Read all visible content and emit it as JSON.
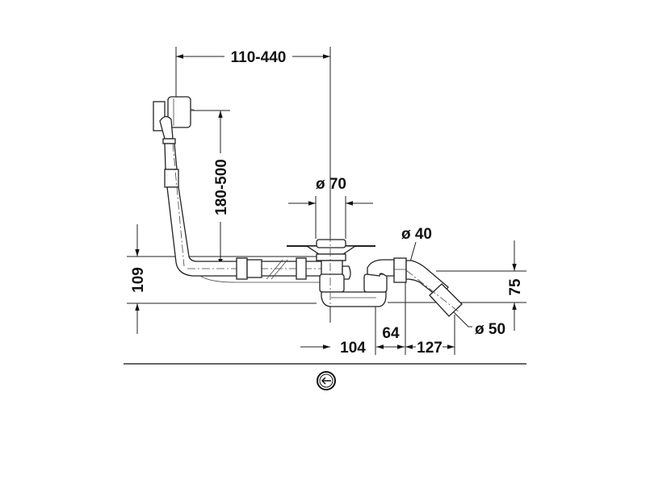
{
  "drawing": {
    "title": "Bath waste and overflow set – dimension drawing",
    "dimensions": {
      "overflow_offset": "110-440",
      "overflow_height": "180-500",
      "waste_diameter": "ø 70",
      "height_left": "109",
      "height_right": "75",
      "trap_diameter": "ø 40",
      "outlet_diameter": "ø 50",
      "dist_a": "104",
      "dist_b": "64",
      "dist_c": "127"
    },
    "icons": [
      "direction-arrow-left-icon"
    ],
    "colors": {
      "line": "#222222",
      "rule": "#666666"
    }
  }
}
